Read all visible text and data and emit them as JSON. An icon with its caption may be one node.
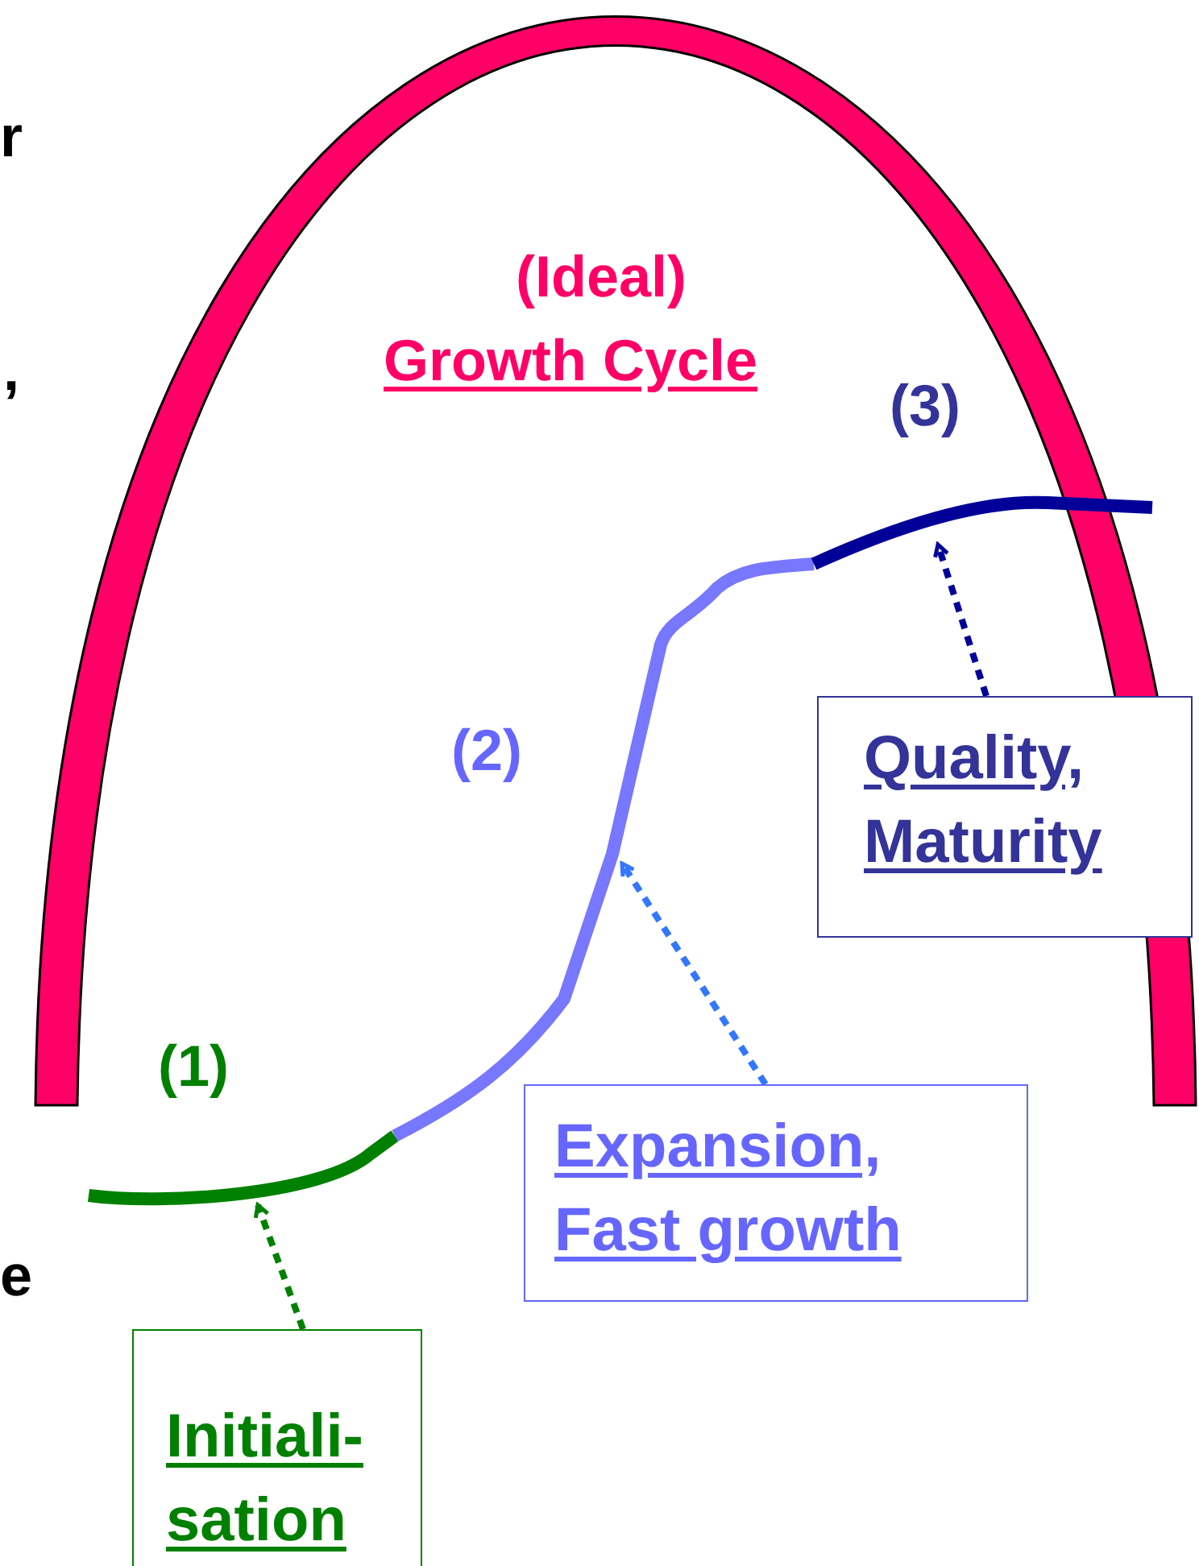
{
  "diagram": {
    "nodes": [
      {
        "text": [
          "Initiali- sation"
        ]
      },
      {
        "text": [],
        "shape": "line"
      },
      {
        "text": [
          "Expansion, Fast growth"
        ]
      },
      {
        "text": [],
        "shape": "line"
      },
      {
        "text": [
          "Quality, Maturity"
        ]
      },
      {
        "text": [],
        "shape": "line"
      }
    ],
    "edges": [
      {
        "from": 0,
        "to": 1,
        "arrow": "to",
        "style": "dashed",
        "color": "#008000"
      },
      {
        "from": 2,
        "to": 3,
        "arrow": "to",
        "style": "dashed",
        "color": "#3377ff"
      },
      {
        "from": 4,
        "to": 5,
        "arrow": "to",
        "style": "dashed",
        "color": "#000099"
      }
    ],
    "labels": [
      "r",
      ",",
      "(Ideal)",
      "Growth Cycle",
      "(3)",
      "(2)",
      "(1)",
      "e"
    ]
  }
}
